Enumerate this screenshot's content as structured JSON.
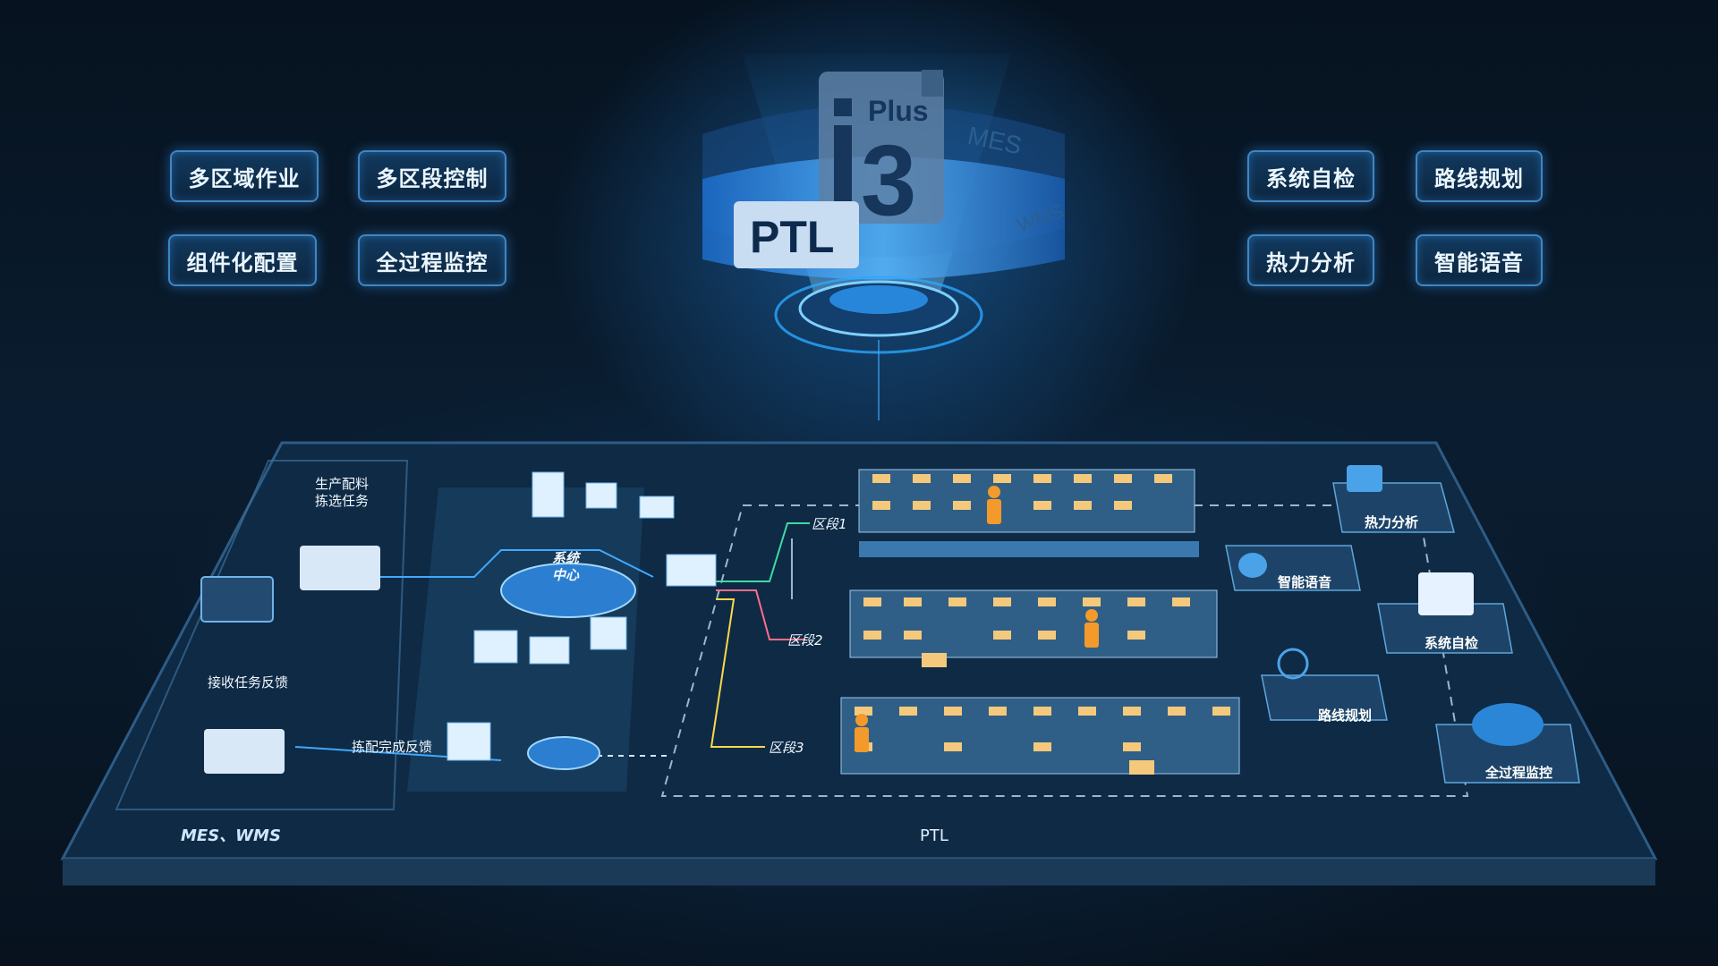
{
  "logo": {
    "plus_text": "Plus",
    "number_text": "3",
    "ptl_text": "PTL",
    "side_text_1": "MES",
    "side_text_2": "WMS"
  },
  "features_left": [
    {
      "label": "多区域作业"
    },
    {
      "label": "多区段控制"
    },
    {
      "label": "组件化配置"
    },
    {
      "label": "全过程监控"
    }
  ],
  "features_right": [
    {
      "label": "系统自检"
    },
    {
      "label": "路线规划"
    },
    {
      "label": "热力分析"
    },
    {
      "label": "智能语音"
    }
  ],
  "flow_labels": {
    "production_task_line1": "生产配料",
    "production_task_line2": "拣选任务",
    "receive_feedback": "接收任务反馈",
    "picking_feedback": "拣配完成反馈",
    "system_center_line1": "系统",
    "system_center_line2": "中心",
    "mes_wms": "MES、WMS",
    "ptl": "PTL"
  },
  "zones": [
    {
      "label": "区段1"
    },
    {
      "label": "区段2"
    },
    {
      "label": "区段3"
    }
  ],
  "modules": [
    {
      "label": "热力分析",
      "icon": "heatmap-icon"
    },
    {
      "label": "智能语音",
      "icon": "speaker-icon"
    },
    {
      "label": "系统自检",
      "icon": "monitor-barcode-icon"
    },
    {
      "label": "路线规划",
      "icon": "route-icon"
    },
    {
      "label": "全过程监控",
      "icon": "monitoring-icon"
    }
  ],
  "colors": {
    "accent": "#3fa9ff",
    "zone_line_1": "#3fd9a8",
    "zone_line_2": "#ff6d8a",
    "zone_line_3": "#ffd84a",
    "worker": "#f39a2b",
    "crate": "#f4c97c"
  }
}
